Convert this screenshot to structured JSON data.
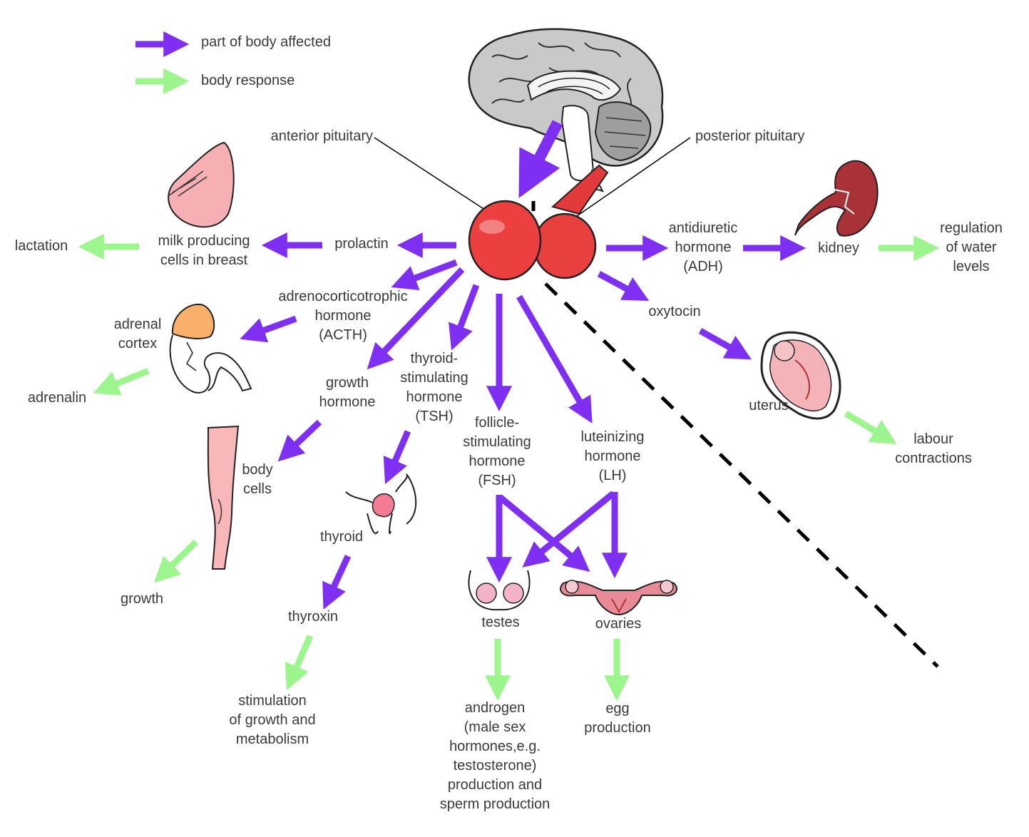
{
  "colors": {
    "affected": "#7f2ff2",
    "response": "#9df58d",
    "gland": "#e63a3a",
    "line": "#000000"
  },
  "legend": {
    "affected": "part of body affected",
    "response": "body response"
  },
  "pointers": {
    "anterior": "anterior pituitary",
    "posterior": "posterior pituitary"
  },
  "labels": {
    "lactation": "lactation",
    "milk_cells": "milk producing\ncells in breast",
    "prolactin": "prolactin",
    "acth": "adrenocorticotrophic\nhormone\n(ACTH)",
    "adrenal_cortex": "adrenal\ncortex",
    "adrenalin": "adrenalin",
    "growth_hormone": "growth\nhormone",
    "tsh": "thyroid-\nstimulating\nhormone\n(TSH)",
    "fsh": "follicle-\nstimulating\nhormone\n(FSH)",
    "lh": "luteinizing\nhormone\n(LH)",
    "body_cells": "body\ncells",
    "growth": "growth",
    "thyroid": "thyroid",
    "thyroxin": "thyroxin",
    "stimulation": "stimulation\nof growth and\nmetabolism",
    "testes": "testes",
    "ovaries": "ovaries",
    "androgen": "androgen\n(male sex\nhormones,e.g.\ntestosterone)\nproduction and\nsperm production",
    "egg": "egg\nproduction",
    "adh": "antidiuretic\nhormone\n(ADH)",
    "kidney": "kidney",
    "water": "regulation\nof water\nlevels",
    "oxytocin": "oxytocin",
    "uterus": "uterus",
    "labour": "labour\ncontractions"
  }
}
